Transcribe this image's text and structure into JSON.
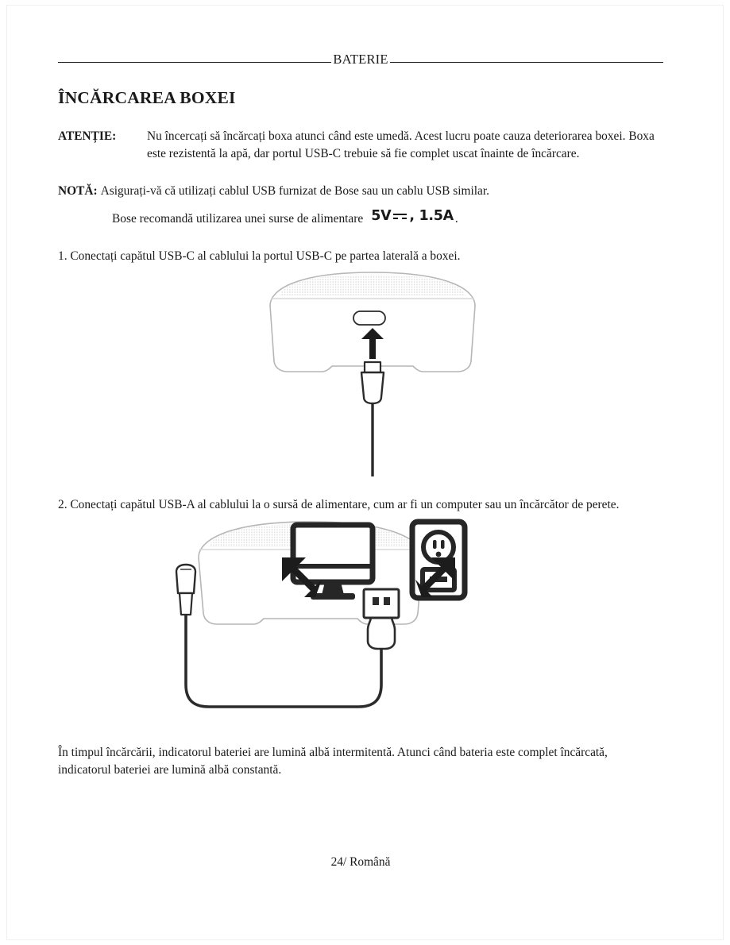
{
  "page": {
    "running_head": "BATERIE",
    "section_title": "ÎNCĂRCAREA BOXEI",
    "footer": "24/ Română"
  },
  "caution": {
    "label": "ATENȚIE:",
    "text": "Nu încercați să încărcați boxa atunci când este umedă. Acest lucru poate cauza deteriorarea boxei. Boxa este rezistentă la apă, dar portul USB-C trebuie să fie complet uscat înainte de încărcare."
  },
  "note": {
    "label": "NOTĂ:",
    "line1": "Asigurați-vă că utilizați cablul USB furnizat de Bose sau un cablu USB similar.",
    "line2_prefix": "Bose recomandă utilizarea unei surse de alimentare",
    "rating_voltage": "5V",
    "rating_current": ", 1.5A",
    "rating_symbol": "dc-power-icon",
    "line2_suffix": "."
  },
  "steps": [
    {
      "number": "1.",
      "text": "Conectați capătul USB-C al cablului la portul USB-C pe partea laterală a boxei."
    },
    {
      "number": "2.",
      "text": "Conectați capătul USB-A al cablului la o sursă de alimentare, cum ar fi un computer sau un încărcător de perete."
    }
  ],
  "closing_paragraph": "În timpul încărcării, indicatorul bateriei are lumină albă intermitentă. Atunci când bateria este complet încărcată, indicatorul bateriei are lumină albă constantă.",
  "figures": [
    {
      "name": "speaker-usbc-connection",
      "elements": [
        "speaker-outline",
        "speaker-grille",
        "usbc-port",
        "up-arrow",
        "usbc-connector",
        "cable"
      ]
    },
    {
      "name": "usba-power-source-connection",
      "elements": [
        "speaker-outline",
        "speaker-grille",
        "usbc-connector-plugged",
        "cable",
        "usba-connector",
        "monitor-icon",
        "wall-outlet-icon",
        "arrow-to-monitor",
        "arrow-to-outlet"
      ]
    }
  ],
  "colors": {
    "ink": "#1a1a1a",
    "outline_gray": "#b3b3b3",
    "grille_gray": "#e2e2e2",
    "connector_dark": "#2b2b2b",
    "page_background": "#ffffff"
  }
}
